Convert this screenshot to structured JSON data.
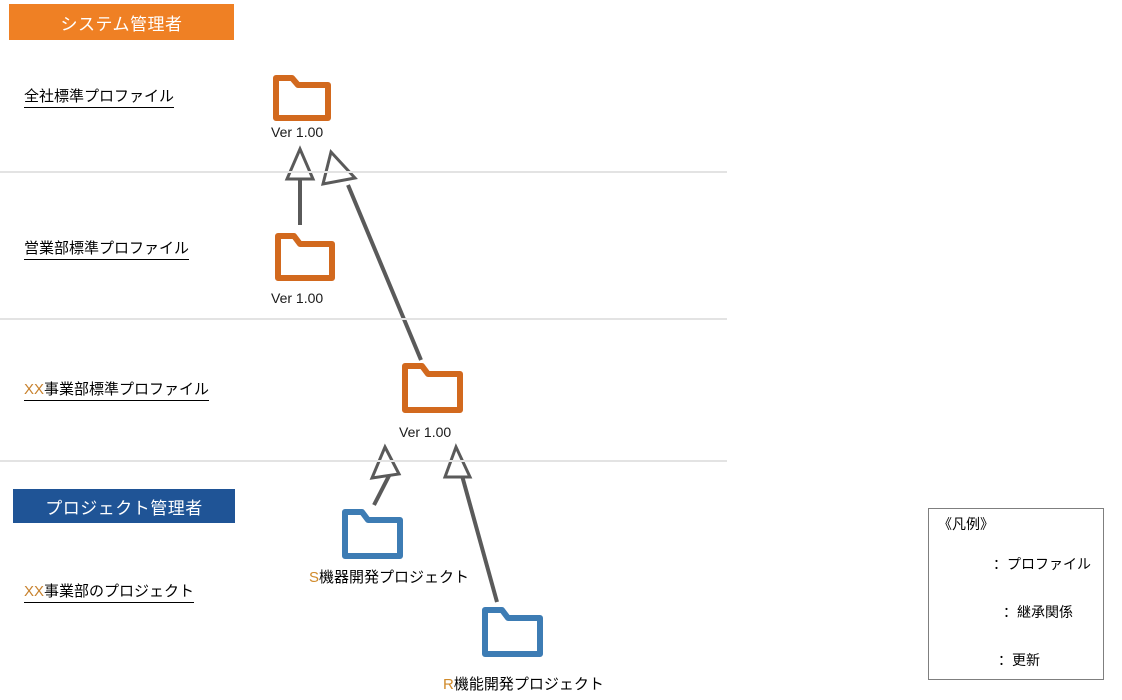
{
  "diagram": {
    "title_hidden": "",
    "roles": [
      {
        "id": "system-admin",
        "label": "システム管理者",
        "color": "#ef8024"
      },
      {
        "id": "project-manager",
        "label": "プロジェクト管理者",
        "color": "#1f5496"
      }
    ],
    "rows": [
      {
        "id": "company-standard-profile",
        "prefix": "",
        "label": "全社標準プロファイル"
      },
      {
        "id": "sales-standard-profile",
        "prefix": "",
        "label": "営業部標準プロファイル"
      },
      {
        "id": "xx-division-standard-profile",
        "prefix": "XX",
        "label": "事業部標準プロファイル"
      },
      {
        "id": "xx-division-projects",
        "prefix": "XX",
        "label": "事業部のプロジェクト"
      }
    ],
    "nodes": [
      {
        "id": "company-standard-profile-folder",
        "folder_color": "#d2691e",
        "caption_lead": "",
        "caption": "",
        "version": "Ver 1.00"
      },
      {
        "id": "sales-standard-profile-folder",
        "folder_color": "#d2691e",
        "caption_lead": "",
        "caption": "",
        "version": "Ver 1.00"
      },
      {
        "id": "xx-division-standard-profile-folder",
        "folder_color": "#d2691e",
        "caption_lead": "",
        "caption": "",
        "version": "Ver 1.00"
      },
      {
        "id": "s-device-development-project-folder",
        "folder_color": "#3d7cb4",
        "caption_lead": "S",
        "caption": "機器開発プロジェクト",
        "version": ""
      },
      {
        "id": "r-function-development-project-folder",
        "folder_color": "#3d7cb4",
        "caption_lead": "R",
        "caption": "機能開発プロジェクト",
        "version": ""
      }
    ],
    "legend": {
      "title": "《凡例》",
      "items": [
        {
          "id": "legend-profile",
          "symbol": "folder",
          "separator": "：",
          "label": "プロファイル"
        },
        {
          "id": "legend-inheritance",
          "symbol": "hollow-arrow",
          "separator": "：",
          "label": "継承関係"
        },
        {
          "id": "legend-update",
          "symbol": "solid-arrow",
          "separator": "：",
          "label": "更新"
        }
      ]
    },
    "colors": {
      "orange_badge": "#ef8024",
      "blue_badge": "#1f5496",
      "orange_folder": "#d2691e",
      "blue_folder": "#3d7cb4",
      "arrow_gray": "#5a5a5a",
      "divider": "#e3e3e3",
      "xx_accent": "#c8822e"
    }
  }
}
